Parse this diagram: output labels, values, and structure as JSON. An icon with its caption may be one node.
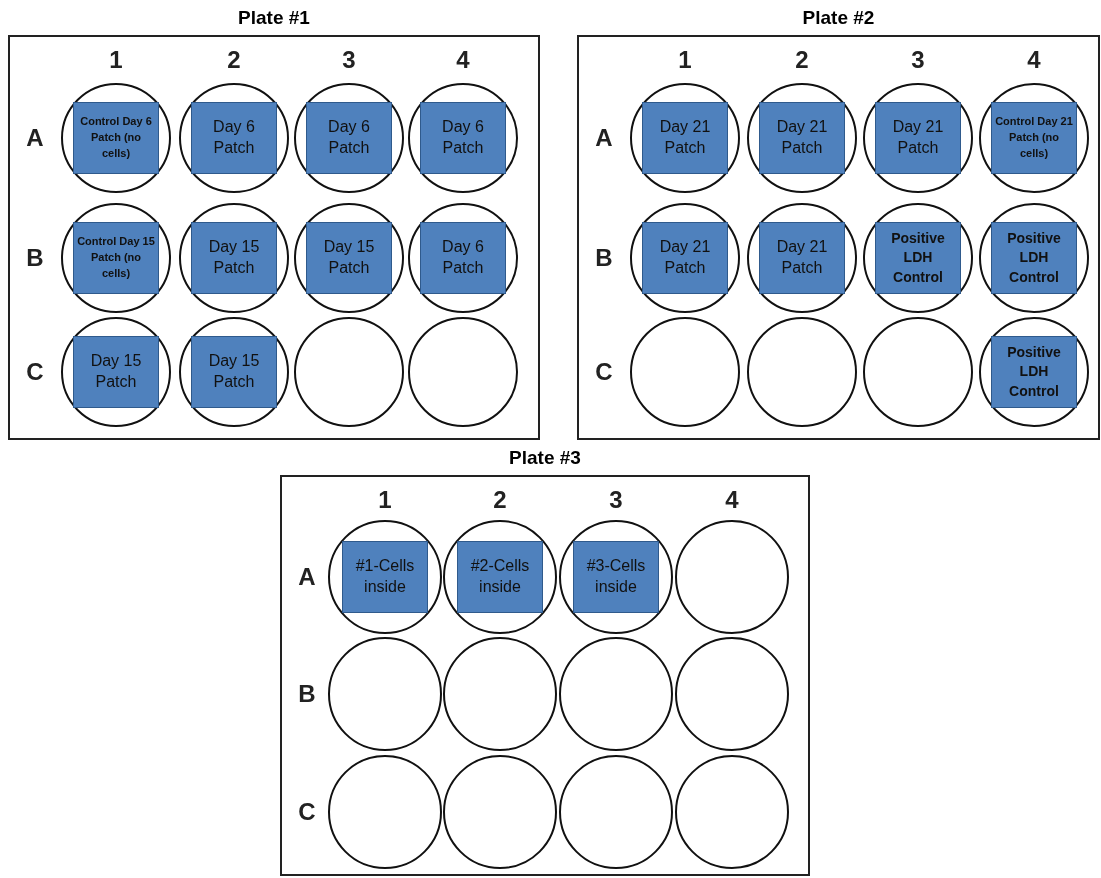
{
  "diagram": {
    "nodes": [
      {
        "text": [
          "Plate #1"
        ]
      },
      {
        "text": [],
        "shape": "circle",
        "in": 0
      },
      {
        "text": [
          "Control Day 6 Patch (no cells)"
        ],
        "in": 1
      },
      {
        "text": [],
        "shape": "circle",
        "in": 0
      },
      {
        "text": [
          "Day 6 Patch"
        ],
        "in": 3
      },
      {
        "text": [],
        "shape": "circle",
        "in": 0
      },
      {
        "text": [
          "Day 6 Patch"
        ],
        "in": 5
      },
      {
        "text": [],
        "shape": "circle",
        "in": 0
      },
      {
        "text": [
          "Day 6 Patch"
        ],
        "in": 7
      },
      {
        "text": [],
        "shape": "circle",
        "in": 0
      },
      {
        "text": [
          "Control Day 15 Patch (no cells)"
        ],
        "in": 9
      },
      {
        "text": [],
        "shape": "circle",
        "in": 0
      },
      {
        "text": [
          "Day 15 Patch"
        ],
        "in": 11
      },
      {
        "text": [],
        "shape": "circle",
        "in": 0
      },
      {
        "text": [
          "Day 15 Patch"
        ],
        "in": 13
      },
      {
        "text": [],
        "shape": "circle",
        "in": 0
      },
      {
        "text": [
          "Day 6 Patch"
        ],
        "in": 15
      },
      {
        "text": [],
        "shape": "circle",
        "in": 0
      },
      {
        "text": [
          "Day 15 Patch"
        ],
        "in": 17
      },
      {
        "text": [],
        "shape": "circle",
        "in": 0
      },
      {
        "text": [
          "Day 15 Patch"
        ],
        "in": 19
      },
      {
        "text": [],
        "shape": "circle",
        "in": 0
      },
      {
        "text": [],
        "shape": "circle",
        "in": 0
      },
      {
        "text": [
          "Plate #2"
        ]
      },
      {
        "text": [],
        "shape": "circle",
        "in": 23
      },
      {
        "text": [
          "Day 21 Patch"
        ],
        "in": 24
      },
      {
        "text": [],
        "shape": "circle",
        "in": 23
      },
      {
        "text": [
          "Day 21 Patch"
        ],
        "in": 26
      },
      {
        "text": [],
        "shape": "circle",
        "in": 23
      },
      {
        "text": [
          "Day 21 Patch"
        ],
        "in": 28
      },
      {
        "text": [],
        "shape": "circle",
        "in": 23
      },
      {
        "text": [
          "Control Day 21 Patch (no cells)"
        ],
        "in": 30
      },
      {
        "text": [],
        "shape": "circle",
        "in": 23
      },
      {
        "text": [
          "Day 21 Patch"
        ],
        "in": 32
      },
      {
        "text": [],
        "shape": "circle",
        "in": 23
      },
      {
        "text": [
          "Day 21 Patch"
        ],
        "in": 34
      },
      {
        "text": [],
        "shape": "circle",
        "in": 23
      },
      {
        "text": [
          "Positive LDH Control"
        ],
        "in": 36
      },
      {
        "text": [],
        "shape": "circle",
        "in": 23
      },
      {
        "text": [
          "Positive LDH Control"
        ],
        "in": 38
      },
      {
        "text": [],
        "shape": "circle",
        "in": 23
      },
      {
        "text": [],
        "shape": "circle",
        "in": 23
      },
      {
        "text": [],
        "shape": "circle",
        "in": 23
      },
      {
        "text": [],
        "shape": "circle",
        "in": 23
      },
      {
        "text": [
          "Positive LDH Control"
        ],
        "in": 43
      },
      {
        "text": [
          "Plate #3"
        ]
      },
      {
        "text": [],
        "shape": "circle",
        "in": 45
      },
      {
        "text": [
          "#1-Cells inside"
        ],
        "in": 46
      },
      {
        "text": [],
        "shape": "circle",
        "in": 45
      },
      {
        "text": [
          "#2-Cells inside"
        ],
        "in": 48
      },
      {
        "text": [],
        "shape": "circle",
        "in": 45
      },
      {
        "text": [
          "#3-Cells inside"
        ],
        "in": 50
      },
      {
        "text": [],
        "shape": "circle",
        "in": 45
      },
      {
        "text": [],
        "shape": "circle",
        "in": 45
      },
      {
        "text": [],
        "shape": "circle",
        "in": 45
      },
      {
        "text": [],
        "shape": "circle",
        "in": 45
      },
      {
        "text": [],
        "shape": "circle",
        "in": 45
      },
      {
        "text": [],
        "shape": "circle",
        "in": 45
      },
      {
        "text": [],
        "shape": "circle",
        "in": 45
      },
      {
        "text": [],
        "shape": "circle",
        "in": 45
      },
      {
        "text": [],
        "shape": "circle",
        "in": 45
      }
    ],
    "labels": [
      "1",
      "2",
      "3",
      "4",
      "A",
      "B",
      "C",
      "1",
      "2",
      "3",
      "4",
      "A",
      "B",
      "C",
      "1",
      "2",
      "3",
      "4",
      "A",
      "B",
      "C"
    ]
  }
}
